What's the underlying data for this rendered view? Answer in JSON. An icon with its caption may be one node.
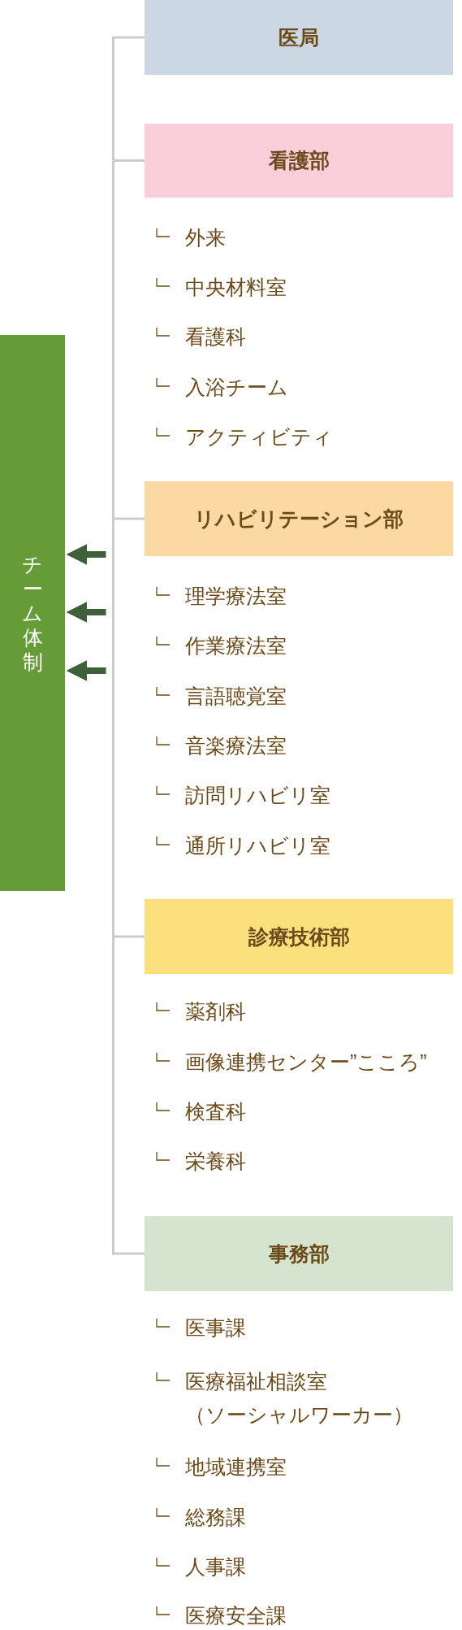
{
  "diagram": {
    "nodes": [
      {
        "text": [
          "チーム体制"
        ]
      },
      {
        "text": [
          "医局"
        ]
      },
      {
        "text": [
          "看護部"
        ]
      },
      {
        "text": [
          "リハビリテーション部"
        ]
      },
      {
        "text": [
          "診療技術部"
        ]
      },
      {
        "text": [
          "事務部"
        ]
      },
      {
        "text": [],
        "shape": "bar"
      }
    ],
    "edges": [
      {
        "from": 1,
        "to": 6,
        "arrow": "none"
      },
      {
        "from": 2,
        "to": 6,
        "arrow": "none"
      },
      {
        "from": 3,
        "to": 6,
        "arrow": "none"
      },
      {
        "from": 4,
        "to": 6,
        "arrow": "none"
      },
      {
        "from": 5,
        "to": 6,
        "arrow": "none"
      },
      {
        "from": 6,
        "to": 0,
        "arrow": "to",
        "style": "thick",
        "color": "#3f5f3a"
      },
      {
        "from": 6,
        "to": 0,
        "arrow": "to",
        "style": "thick",
        "color": "#3f5f3a"
      },
      {
        "from": 6,
        "to": 0,
        "arrow": "to",
        "style": "thick",
        "color": "#3f5f3a"
      }
    ],
    "labels": [
      "外来",
      "中央材料室",
      "看護科",
      "入浴チーム",
      "アクティビティ",
      "理学療法室",
      "作業療法室",
      "言語聴覚室",
      "音楽療法室",
      "訪問リハビリ室",
      "通所リハビリ室",
      "薬剤科",
      "画像連携センター”こころ”",
      "検査科",
      "栄養科",
      "医事課",
      "医療福祉相談室（ソーシャルワーカー）",
      "地域連携室",
      "総務課",
      "人事課",
      "医療安全課"
    ]
  }
}
